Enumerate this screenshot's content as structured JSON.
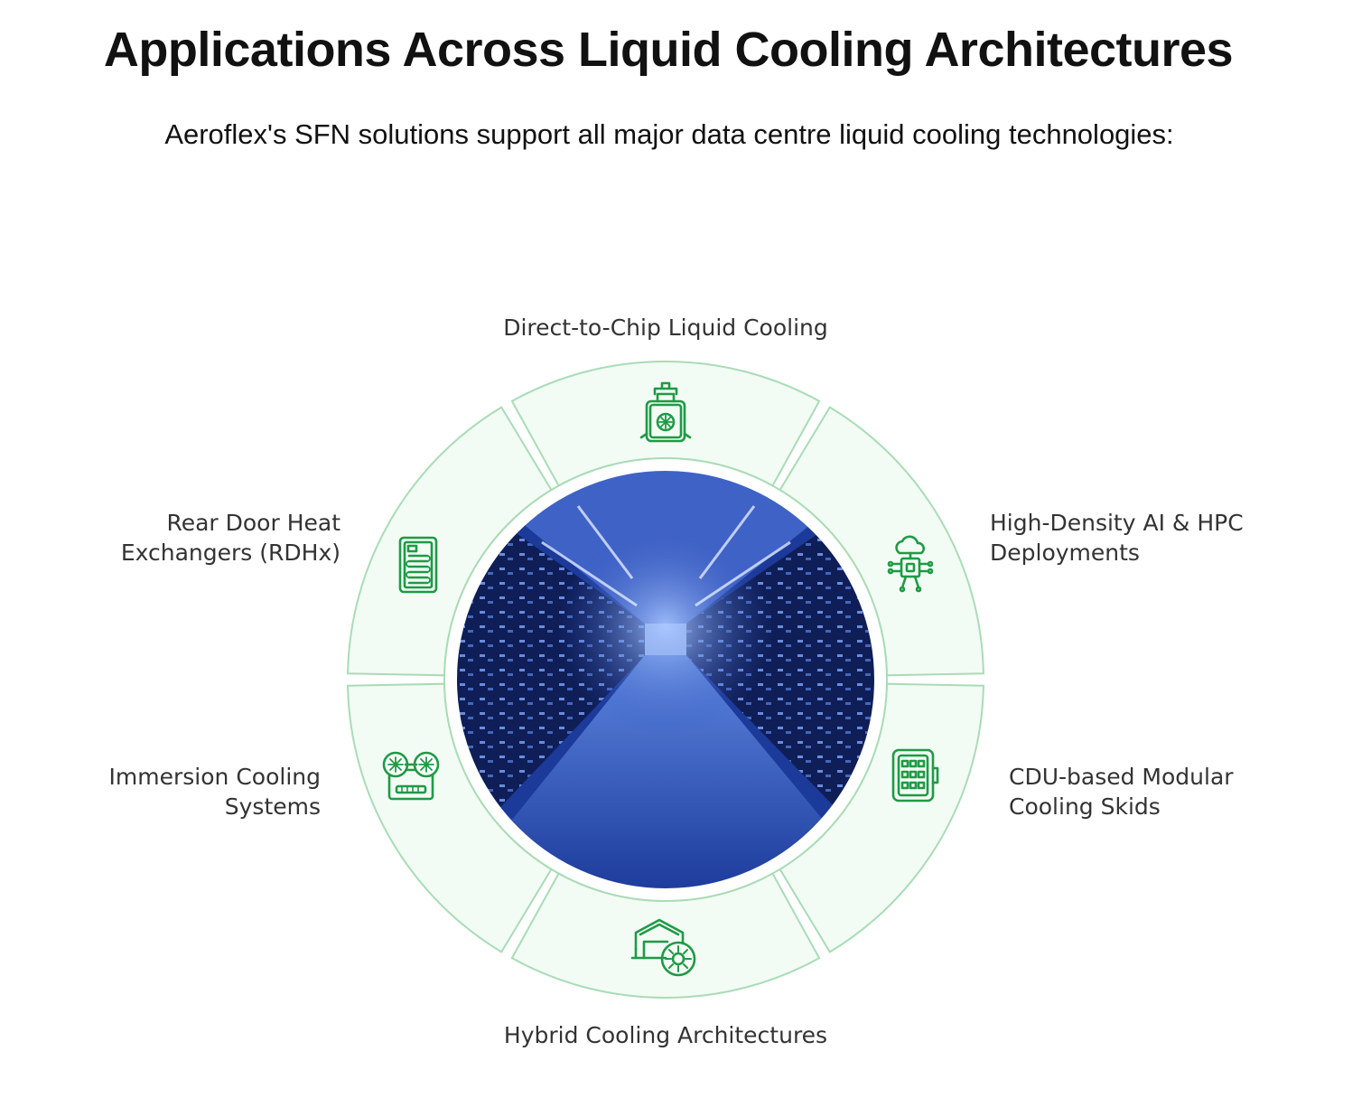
{
  "title": "Applications Across Liquid Cooling Architectures",
  "subtitle": "Aeroflex's SFN solutions support all major data centre liquid cooling technologies:",
  "colors": {
    "accent": "#1f9a45",
    "segment_fill": "#f3fbf5",
    "segment_stroke": "#a9dcb6",
    "center_photo": "#1d3d9a"
  },
  "segments": [
    {
      "id": "direct-to-chip",
      "lines": [
        "Direct-to-Chip Liquid Cooling"
      ],
      "icon": "cold-plate-chip-icon"
    },
    {
      "id": "high-density-ai",
      "lines": [
        "High-Density AI & HPC",
        "Deployments"
      ],
      "icon": "cloud-processor-icon"
    },
    {
      "id": "cdu-skids",
      "lines": [
        "CDU-based Modular",
        "Cooling Skids"
      ],
      "icon": "modular-skid-icon"
    },
    {
      "id": "hybrid",
      "lines": [
        "Hybrid Cooling Architectures"
      ],
      "icon": "building-gear-icon"
    },
    {
      "id": "immersion",
      "lines": [
        "Immersion Cooling",
        "Systems"
      ],
      "icon": "immersion-tank-fans-icon"
    },
    {
      "id": "rear-door",
      "lines": [
        "Rear Door Heat",
        "Exchangers (RDHx)"
      ],
      "icon": "rear-door-coil-icon"
    }
  ],
  "center_image": {
    "icon": "server-aisle-image"
  }
}
